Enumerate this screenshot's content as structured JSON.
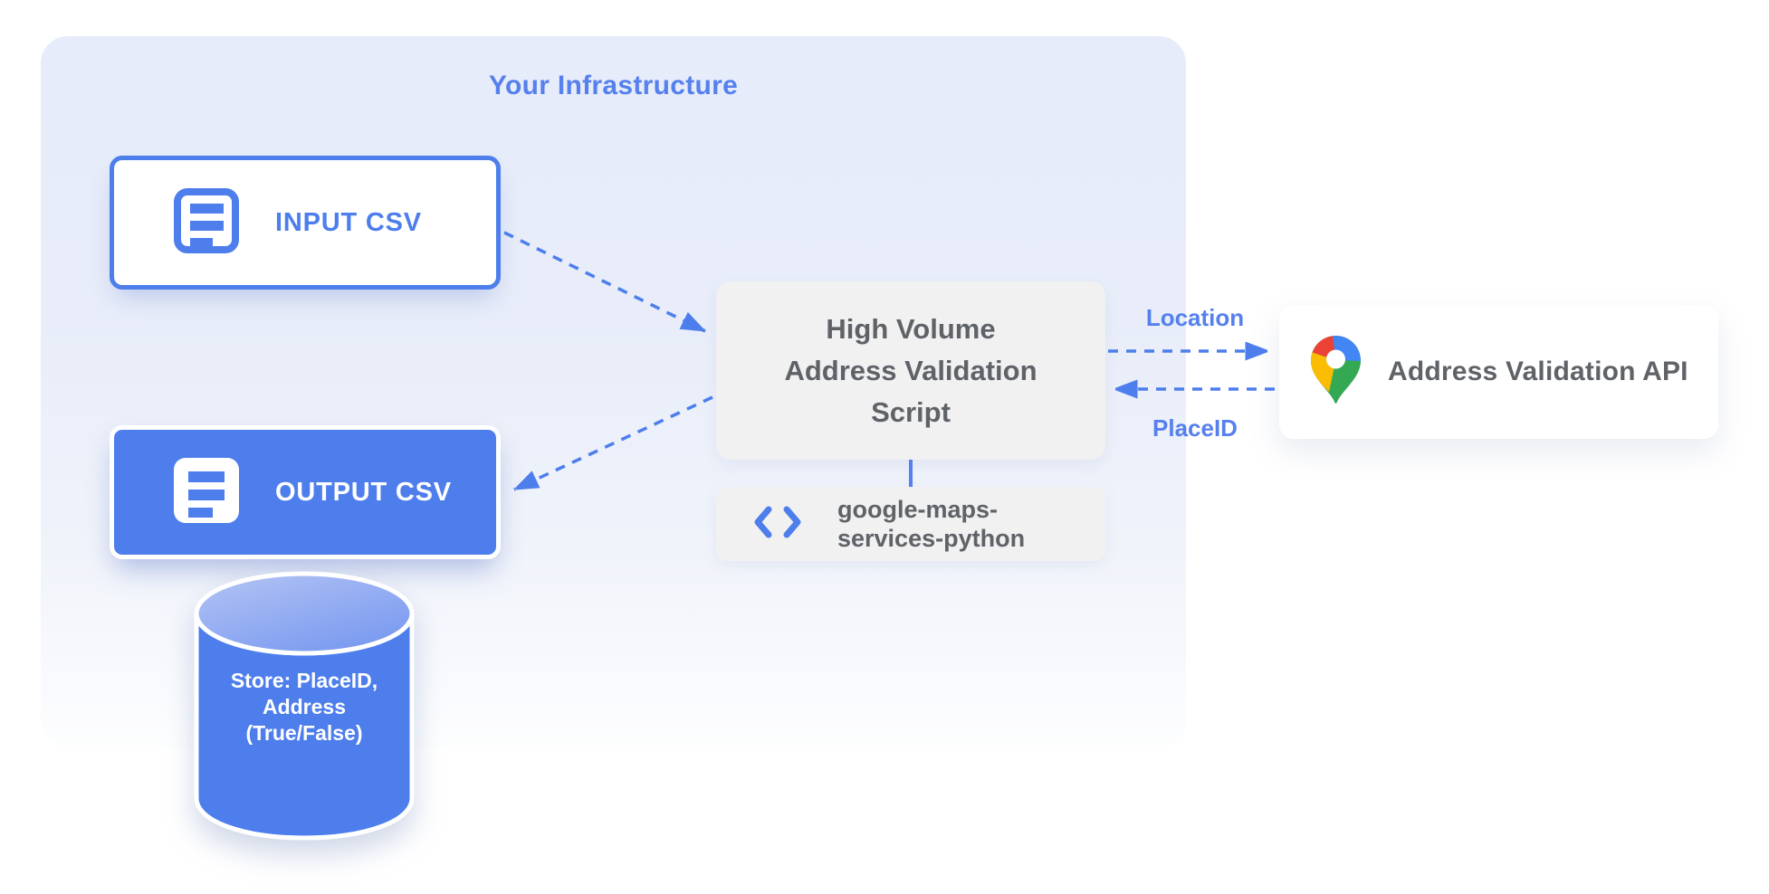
{
  "diagram": {
    "infrastructure_label": "Your Infrastructure",
    "nodes": {
      "input_csv": {
        "label": "INPUT CSV"
      },
      "output_csv": {
        "label": "OUTPUT CSV"
      },
      "datastore": {
        "lines": [
          "Store: PlaceID,",
          "Address",
          "(True/False)"
        ]
      },
      "script": {
        "lines": [
          "High Volume",
          "Address Validation",
          "Script"
        ]
      },
      "library": {
        "lines": [
          "google-maps-",
          "services-python"
        ]
      },
      "api": {
        "label": "Address Validation API"
      }
    },
    "edges": {
      "location_label": "Location",
      "placeid_label": "PlaceID"
    },
    "colors": {
      "accent_blue": "#4d7eec",
      "label_blue": "#5580ed",
      "container_fill": "#e7ecf9",
      "node_gray": "#f1f1f2",
      "text_gray": "#5f6368",
      "pin_red": "#ea4335",
      "pin_blue": "#4285f4",
      "pin_yellow": "#fbbc04",
      "pin_green": "#34a853"
    }
  }
}
